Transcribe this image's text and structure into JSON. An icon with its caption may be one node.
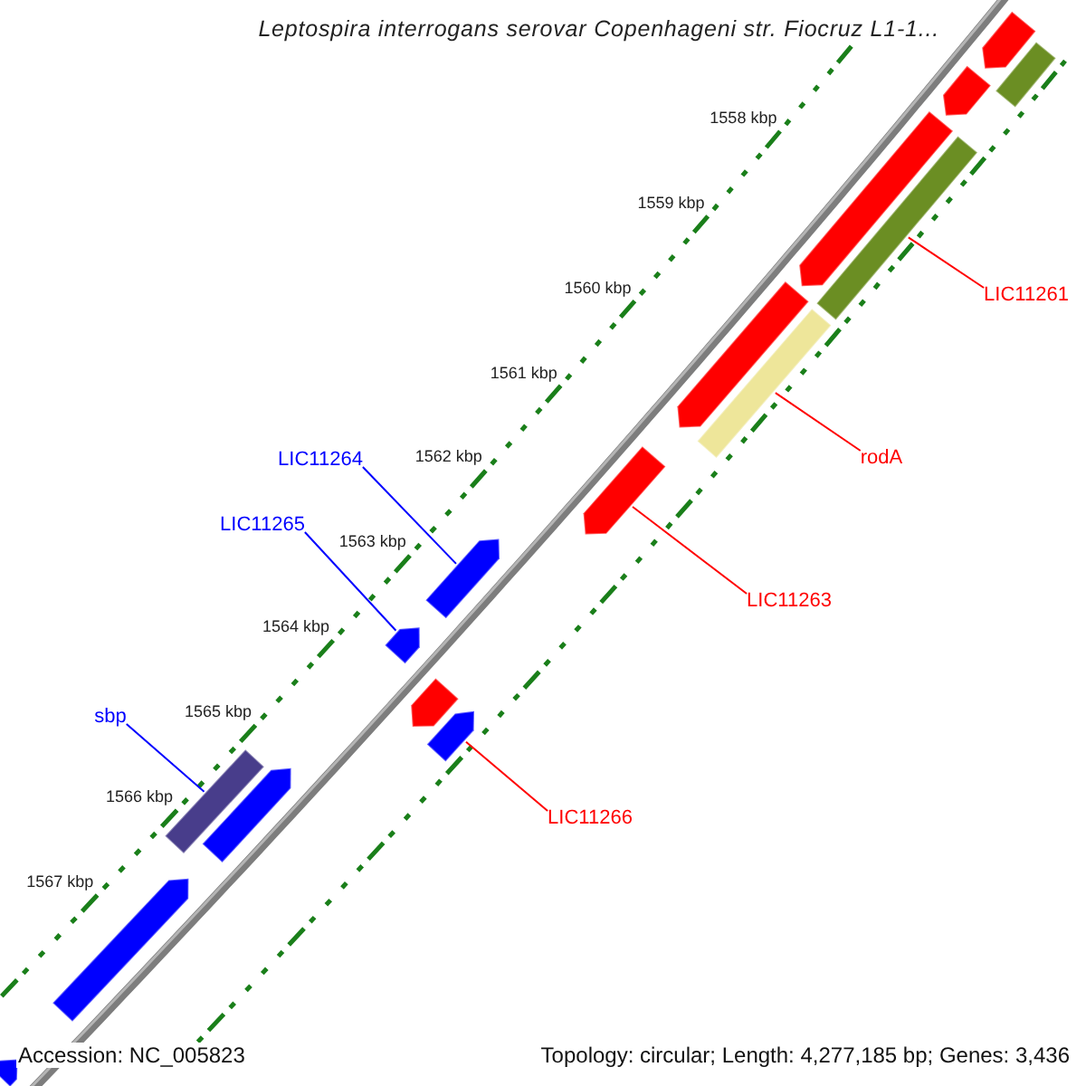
{
  "diagram": {
    "title": "Leptospira interrogans serovar Copenhageni str. Fiocruz L1-1...",
    "nodes": [
      {
        "text": [
          "LIC11261"
        ]
      },
      {
        "text": [],
        "shape": "bar"
      },
      {
        "text": [
          "rodA"
        ]
      },
      {
        "text": [],
        "shape": "bar"
      },
      {
        "text": [
          "LIC11264"
        ]
      },
      {
        "text": [],
        "shape": "pentagon"
      },
      {
        "text": [
          "LIC11265"
        ]
      },
      {
        "text": [],
        "shape": "pentagon"
      },
      {
        "text": [
          "LIC11263"
        ]
      },
      {
        "text": [],
        "shape": "pentagon"
      },
      {
        "text": [
          "sbp"
        ]
      },
      {
        "text": [],
        "shape": "bar"
      },
      {
        "text": [
          "LIC11266"
        ]
      },
      {
        "text": [],
        "shape": "pentagon"
      },
      {
        "text": [],
        "shape": "pentagon"
      },
      {
        "text": [],
        "shape": "pentagon"
      },
      {
        "text": [],
        "shape": "pentagon"
      },
      {
        "text": [],
        "shape": "pentagon"
      },
      {
        "text": [],
        "shape": "pentagon"
      },
      {
        "text": [],
        "shape": "bar"
      },
      {
        "text": [],
        "shape": "pentagon"
      },
      {
        "text": [],
        "shape": "pentagon"
      },
      {
        "text": [],
        "shape": "pentagon"
      }
    ],
    "edges": [
      {
        "from": 0,
        "to": 1,
        "arrow": "none"
      },
      {
        "from": 2,
        "to": 3,
        "arrow": "none"
      },
      {
        "from": 4,
        "to": 5,
        "arrow": "none",
        "color": "#0000ff"
      },
      {
        "from": 6,
        "to": 7,
        "arrow": "none",
        "color": "#0000ff"
      },
      {
        "from": 8,
        "to": 9,
        "arrow": "none"
      },
      {
        "from": 10,
        "to": 11,
        "arrow": "none",
        "color": "#0000ff"
      },
      {
        "from": 12,
        "to": 13,
        "arrow": "none"
      }
    ],
    "labels": [
      "1558 kbp",
      "1559 kbp",
      "1560 kbp",
      "1561 kbp",
      "1562 kbp",
      "1563 kbp",
      "1564 kbp",
      "1565 kbp",
      "1566 kbp",
      "1567 kbp",
      "Accession: NC_005823",
      "Topology: circular; Length: 4,277,185 bp; Genes: 3,436"
    ]
  }
}
